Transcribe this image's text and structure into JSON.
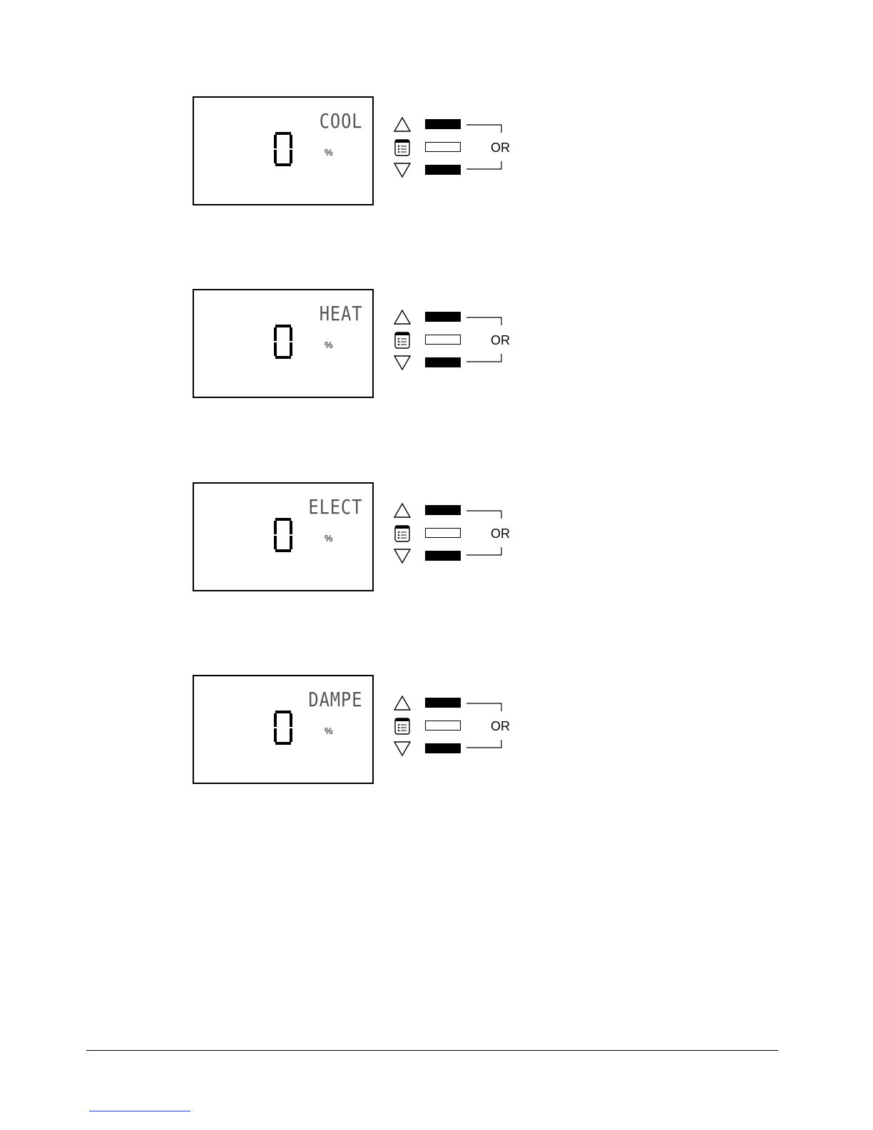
{
  "panels": [
    {
      "mode_label": "COOL",
      "value": "0",
      "unit": "%",
      "or_label": "OR"
    },
    {
      "mode_label": "HEAT",
      "value": "0",
      "unit": "%",
      "or_label": "OR"
    },
    {
      "mode_label": "ELECT",
      "value": "0",
      "unit": "%",
      "or_label": "OR"
    },
    {
      "mode_label": "DAMPE",
      "value": "0",
      "unit": "%",
      "or_label": "OR"
    }
  ],
  "icons": {
    "up": "up-triangle-icon",
    "menu": "menu-list-icon",
    "down": "down-triangle-icon"
  },
  "colors": {
    "lcd_text": "#555555",
    "footer_link": "#1a3fd0"
  }
}
